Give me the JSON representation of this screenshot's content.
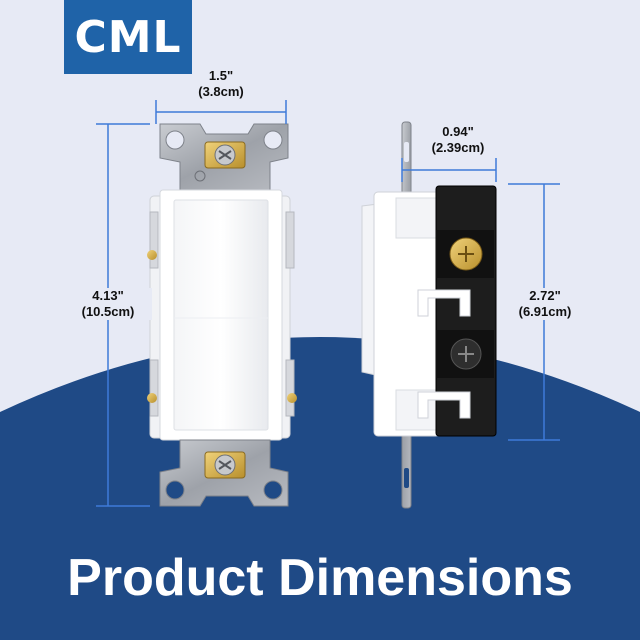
{
  "brand": {
    "name": "CML"
  },
  "colors": {
    "background_top": "#e7eaf5",
    "background_bottom": "#1f4a86",
    "badge": "#1f63a8",
    "dimension_line": "#3f7bd8",
    "plate": "#a8acb3",
    "switch_body": "#ffffff",
    "terminal_brass": "#d8b250",
    "side_housing": "#1d1d1d"
  },
  "dimensions": {
    "width": {
      "imperial": "1.5\"",
      "metric": "(3.8cm)"
    },
    "height": {
      "imperial": "4.13\"",
      "metric": "(10.5cm)"
    },
    "depth": {
      "imperial": "0.94\"",
      "metric": "(2.39cm)"
    },
    "body_height": {
      "imperial": "2.72\"",
      "metric": "(6.91cm)"
    }
  },
  "title": "Product Dimensions"
}
